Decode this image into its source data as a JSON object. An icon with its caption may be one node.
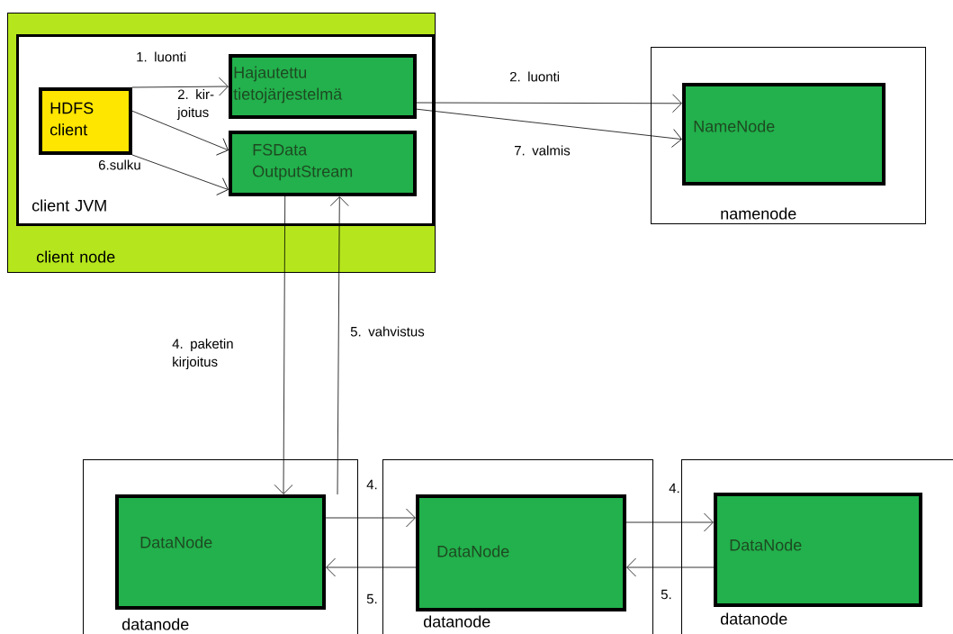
{
  "diagram": {
    "nodes": [
      {
        "text": [
          "client node"
        ]
      },
      {
        "text": [
          "client JVM"
        ],
        "in": 0
      },
      {
        "text": [
          "HDFS client"
        ],
        "in": 1
      },
      {
        "text": [
          "Hajautettu tietojärjestelmä"
        ],
        "in": 1
      },
      {
        "text": [
          "FSData OutputStream"
        ],
        "in": 1
      },
      {
        "text": [
          "namenode"
        ]
      },
      {
        "text": [
          "NameNode"
        ],
        "in": 5
      },
      {
        "text": [
          "datanode"
        ]
      },
      {
        "text": [
          "DataNode"
        ],
        "in": 7
      },
      {
        "text": [
          "datanode"
        ]
      },
      {
        "text": [
          "DataNode"
        ],
        "in": 9
      },
      {
        "text": [
          "datanode"
        ]
      },
      {
        "text": [
          "DataNode"
        ],
        "in": 11
      }
    ],
    "edges": [
      {
        "from": 2,
        "to": 3,
        "arrow": "to",
        "label": "1. luonti"
      },
      {
        "from": 2,
        "to": 4,
        "arrow": "to",
        "label": "2. kir- joitus"
      },
      {
        "from": 2,
        "to": 4,
        "arrow": "to",
        "label": "6.sulku"
      },
      {
        "from": 3,
        "to": 6,
        "arrow": "to",
        "label": "2. luonti"
      },
      {
        "from": 3,
        "to": 6,
        "arrow": "to",
        "label": "7. valmis"
      },
      {
        "from": 4,
        "to": 8,
        "arrow": "to",
        "label": "4. paketin kirjoitus"
      },
      {
        "from": 8,
        "to": 4,
        "arrow": "to",
        "label": "5. vahvistus"
      },
      {
        "from": 8,
        "to": 10,
        "arrow": "to",
        "label": "4."
      },
      {
        "from": 10,
        "to": 8,
        "arrow": "to",
        "label": "5."
      },
      {
        "from": 10,
        "to": 12,
        "arrow": "to",
        "label": "4."
      },
      {
        "from": 12,
        "to": 10,
        "arrow": "to",
        "label": "5."
      }
    ]
  }
}
